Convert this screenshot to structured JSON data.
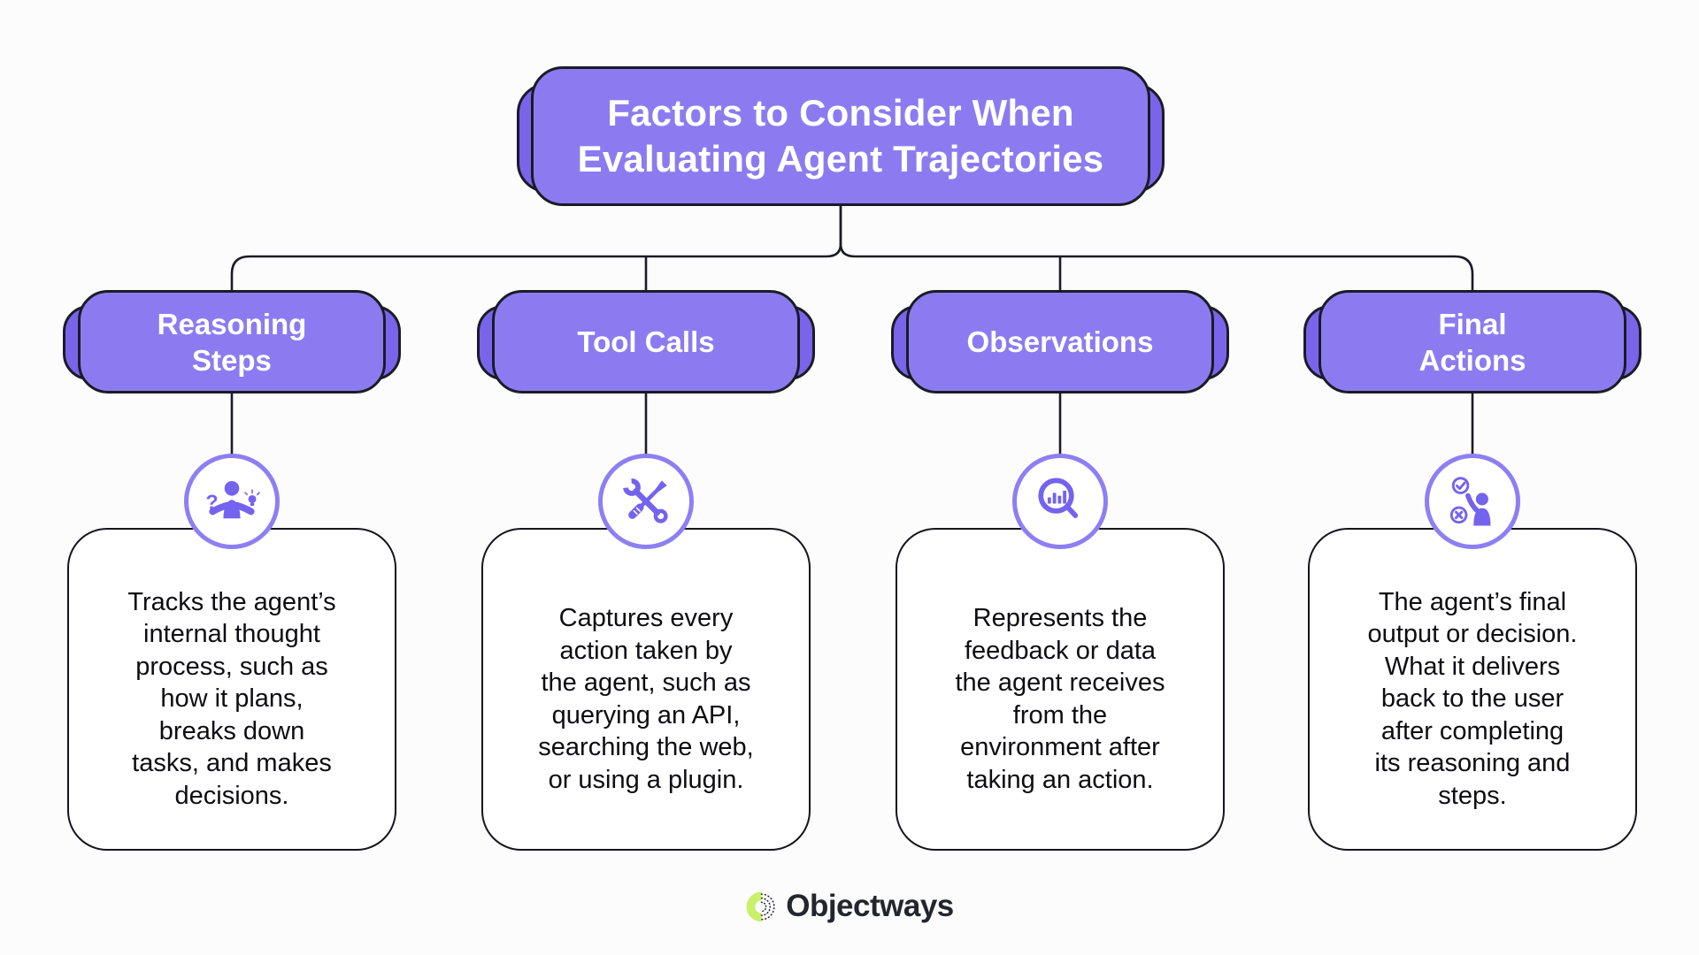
{
  "title": {
    "lines": [
      "Factors to Consider When",
      "Evaluating Agent Trajectories"
    ]
  },
  "branches": [
    {
      "id": "reasoning-steps",
      "label_lines": [
        "Reasoning",
        "Steps"
      ],
      "icon": "thinking-person-icon",
      "description_lines": [
        "Tracks the agent’s",
        "internal thought",
        "process, such as",
        "how it plans,",
        "breaks down",
        "tasks, and makes",
        "decisions."
      ]
    },
    {
      "id": "tool-calls",
      "label_lines": [
        "Tool Calls"
      ],
      "icon": "wrench-screwdriver-icon",
      "description_lines": [
        "Captures every",
        "action taken by",
        "the agent, such as",
        "querying an API,",
        "searching the web,",
        "or using a plugin."
      ]
    },
    {
      "id": "observations",
      "label_lines": [
        "Observations"
      ],
      "icon": "magnifier-chart-icon",
      "description_lines": [
        "Represents the",
        "feedback or data",
        "the agent receives",
        "from the",
        "environment after",
        "taking an action."
      ]
    },
    {
      "id": "final-actions",
      "label_lines": [
        "Final",
        "Actions"
      ],
      "icon": "approve-reject-person-icon",
      "description_lines": [
        "The agent’s final",
        "output or decision.",
        "What it delivers",
        "back to the user",
        "after completing",
        "its reasoning and",
        "steps."
      ]
    }
  ],
  "footer": {
    "brand": "Objectways",
    "logo_icon": "objectways-honeycomb-crescent-icon"
  },
  "colors": {
    "node_fill": "#8C7BF0",
    "node_back_layer": "#7A64EA",
    "outline": "#1B1B26",
    "icon_purple": "#7463EE",
    "icon_circle_border": "#8D7FF3",
    "card_border": "#15151D",
    "body_text": "#0D0D12",
    "logo_green": "#C8F169",
    "background": "#FCFCFD"
  }
}
